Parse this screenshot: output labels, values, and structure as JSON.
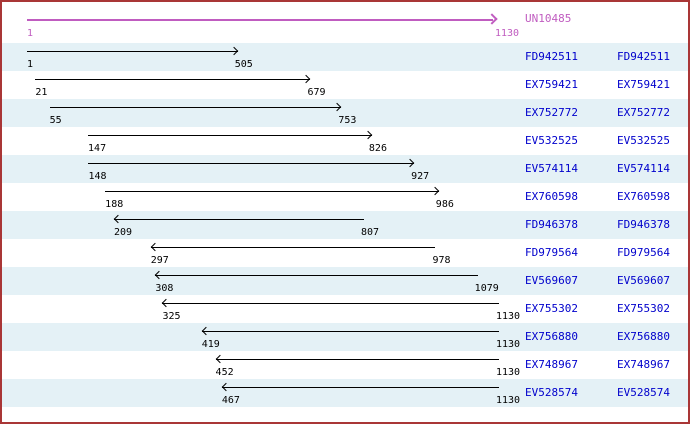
{
  "contig": {
    "name": "UN10485",
    "start": 1,
    "end": 1130,
    "direction": "right"
  },
  "reads": [
    {
      "id": "FD942511",
      "start": 1,
      "end": 505,
      "direction": "right"
    },
    {
      "id": "EX759421",
      "start": 21,
      "end": 679,
      "direction": "right"
    },
    {
      "id": "EX752772",
      "start": 55,
      "end": 753,
      "direction": "right"
    },
    {
      "id": "EV532525",
      "start": 147,
      "end": 826,
      "direction": "right"
    },
    {
      "id": "EV574114",
      "start": 148,
      "end": 927,
      "direction": "right"
    },
    {
      "id": "EX760598",
      "start": 188,
      "end": 986,
      "direction": "right"
    },
    {
      "id": "FD946378",
      "start": 209,
      "end": 807,
      "direction": "left"
    },
    {
      "id": "FD979564",
      "start": 297,
      "end": 978,
      "direction": "left"
    },
    {
      "id": "EV569607",
      "start": 308,
      "end": 1079,
      "direction": "left"
    },
    {
      "id": "EX755302",
      "start": 325,
      "end": 1130,
      "direction": "left"
    },
    {
      "id": "EX756880",
      "start": 419,
      "end": 1130,
      "direction": "left"
    },
    {
      "id": "EX748967",
      "start": 452,
      "end": 1130,
      "direction": "left"
    },
    {
      "id": "EV528574",
      "start": 467,
      "end": 1130,
      "direction": "left"
    }
  ],
  "colors": {
    "border": "#a93636",
    "band": "#e4f1f6",
    "link": "#0000cc",
    "contig": "#c05cc0",
    "read-arrow": "#000000"
  }
}
